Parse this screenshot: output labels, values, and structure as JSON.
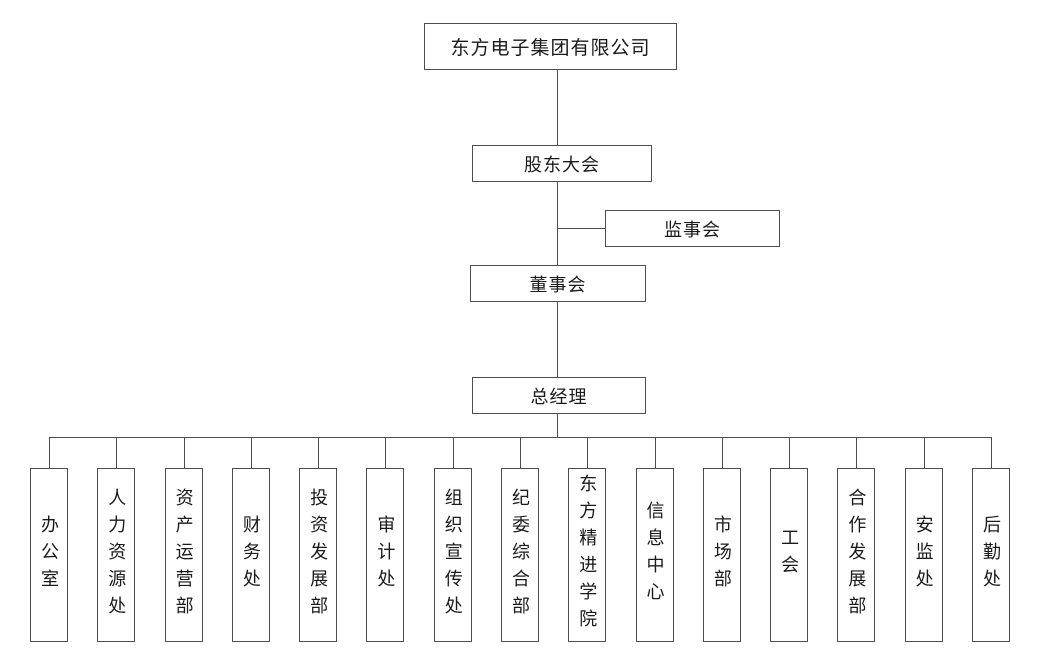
{
  "org": {
    "root": "东方电子集团有限公司",
    "shareholders": "股东大会",
    "supervisory": "监事会",
    "board": "董事会",
    "gm": "总经理",
    "departments": [
      "办公室",
      "人力资源处",
      "资产运营部",
      "财务处",
      "投资发展部",
      "审计处",
      "组织宣传处",
      "纪委综合部",
      "东方精进学院",
      "信息中心",
      "市场部",
      "工会",
      "合作发展部",
      "安监处",
      "后勤处"
    ]
  },
  "colors": {
    "line": "#4d4d4d",
    "box_border": "#4d4d4d",
    "background": "#ffffff",
    "text": "#1a1a1a"
  }
}
